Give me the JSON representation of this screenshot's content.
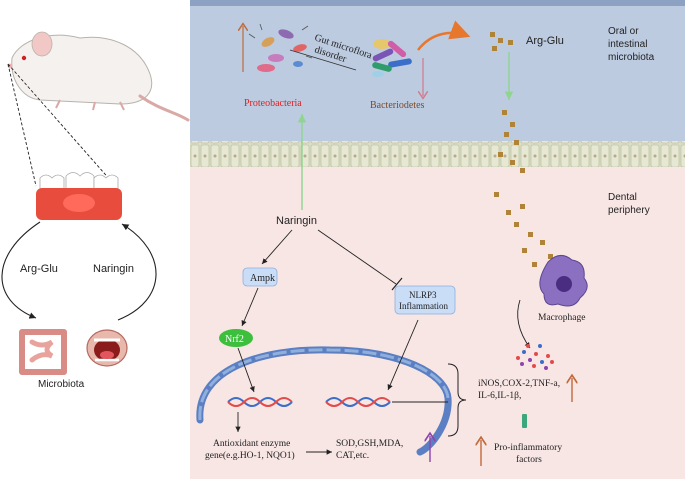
{
  "left_panel": {
    "arrow_left_label": "Arg-Glu",
    "arrow_right_label": "Naringin",
    "caption": "Microbiota"
  },
  "top_panel": {
    "region_label_line1": "Oral or",
    "region_label_line2": "intestinal",
    "region_label_line3": "microbiota",
    "disorder_line1": "Gut microflora",
    "disorder_line2": "disorder",
    "proteobacteria": "Proteobacteria",
    "bacteriodetes": "Bacteriodetes",
    "arg_glu": "Arg-Glu"
  },
  "bottom_panel": {
    "region_label_line1": "Dental",
    "region_label_line2": "periphery",
    "naringin": "Naringin",
    "ampk": "Ampk",
    "nrf2": "Nrf2",
    "nlrp3_line1": "NLRP3",
    "nlrp3_line2": "Inflammation",
    "macrophage": "Macrophage",
    "cytokines_line1": "iNOS,COX-2,TNF-a,",
    "cytokines_line2": "IL-6,IL-1β,",
    "antioxidant_line1": "Antioxidant enzyme",
    "antioxidant_line2": "gene(e.g.HO-1, NQO1)",
    "markers_line1": "SOD,GSH,MDA,",
    "markers_line2": "CAT,etc.",
    "pro_inflammatory_line1": "Pro-inflammatory",
    "pro_inflammatory_line2": "factors"
  },
  "colors": {
    "top_band": "#bccbe0",
    "bottom_band": "#f8e6e4",
    "green_arrow": "#8fd48f",
    "brown_arrow": "#c06a3c",
    "purple_arrow": "#8e44ad",
    "red_text": "#e02020",
    "nrf2_fill": "#3cbf3c",
    "box_fill": "#c9ddf7",
    "gum": "#e84c3d"
  },
  "icons": [
    "rat-icon",
    "teeth-gum-icon",
    "intestine-icon",
    "open-mouth-icon",
    "bacteria-icon",
    "macrophage-icon",
    "cytokine-dots-icon",
    "dna-helix-icon",
    "nucleus-icon"
  ]
}
